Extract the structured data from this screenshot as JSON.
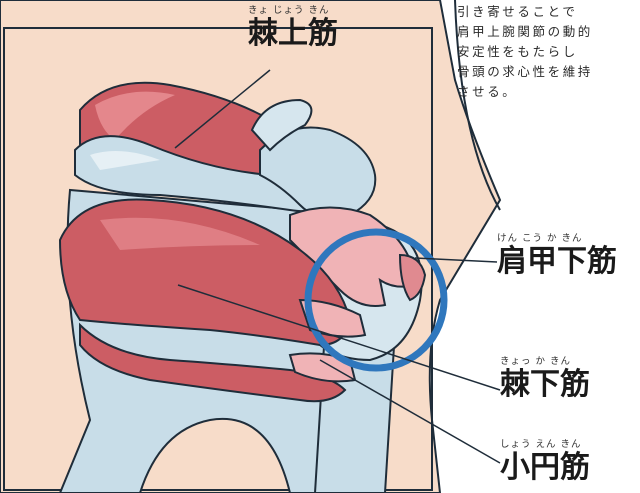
{
  "paragraph": [
    "引き寄せることで",
    "肩甲上腕関節の動的",
    "安定性をもたらし",
    "骨頭の求心性を維持",
    "させる。"
  ],
  "labels": {
    "supraspinatus": {
      "ruby": "きょ じょう きん",
      "name": "棘上筋"
    },
    "subscapularis": {
      "ruby": "けん こう  か  きん",
      "name": "肩甲下筋"
    },
    "infraspinatus": {
      "ruby": "きょっ  か  きん",
      "name": "棘下筋"
    },
    "teres_minor": {
      "ruby": "しょう えん  きん",
      "name": "小円筋"
    }
  },
  "colors": {
    "skin": "#f7dcc9",
    "muscle": "#cc5d64",
    "muscle_light": "#e4878c",
    "tendon": "#f0b3b6",
    "bone": "#c8dde8",
    "bone_light": "#e6f0f5",
    "outline": "#1f2d3a",
    "highlight_ring": "#2f77bd"
  }
}
